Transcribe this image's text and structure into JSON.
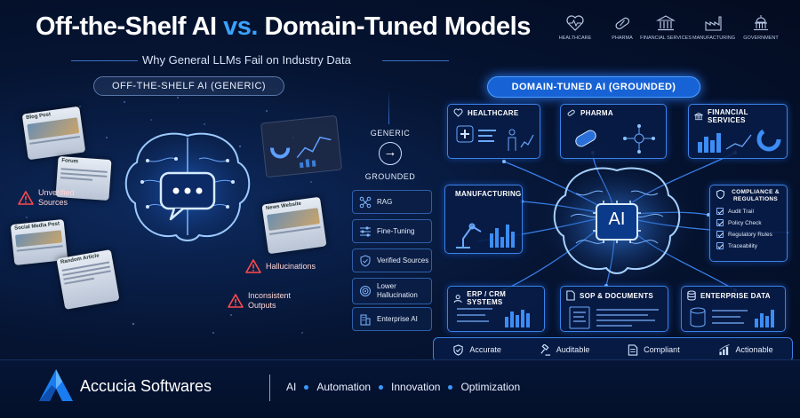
{
  "header": {
    "title_part1": "Off-the-Shelf AI",
    "title_vs": "vs.",
    "title_part2": "Domain-Tuned Models",
    "subtitle": "Why General LLMs Fail on Industry Data",
    "industries": [
      {
        "label": "HEALTHCARE",
        "icon": "heart-pulse-icon"
      },
      {
        "label": "PHARMA",
        "icon": "pill-icon"
      },
      {
        "label": "FINANCIAL SERVICES",
        "icon": "bank-icon"
      },
      {
        "label": "MANUFACTURING",
        "icon": "factory-icon"
      },
      {
        "label": "GOVERNMENT",
        "icon": "capitol-icon"
      }
    ]
  },
  "left": {
    "section_label": "OFF-THE-SHELF AI (GENERIC)",
    "cards": [
      "Blog Post",
      "Forum",
      "News Website",
      "Social Media Post",
      "Random Article"
    ],
    "warnings": [
      {
        "text": "Unverified Sources"
      },
      {
        "text": "Hallucinations"
      },
      {
        "text": "Inconsistent Outputs"
      }
    ]
  },
  "middle": {
    "from_label": "GENERIC",
    "to_label": "GROUNDED",
    "items": [
      {
        "label": "RAG",
        "icon": "network-icon"
      },
      {
        "label": "Fine-Tuning",
        "icon": "sliders-icon"
      },
      {
        "label": "Verified Sources",
        "icon": "shield-check-icon"
      },
      {
        "label": "Lower Hallucination",
        "icon": "target-icon"
      },
      {
        "label": "Enterprise AI",
        "icon": "building-icon"
      }
    ]
  },
  "right": {
    "section_label": "DOMAIN-TUNED AI (GROUNDED)",
    "center_label": "AI",
    "cards": {
      "healthcare": "HEALTHCARE",
      "pharma": "PHARMA",
      "financial": "FINANCIAL SERVICES",
      "manufacturing": "MANUFACTURING",
      "compliance": "COMPLIANCE & REGULATIONS",
      "erp": "ERP / CRM SYSTEMS",
      "sop": "SOP & DOCUMENTS",
      "enterprise": "ENTERPRISE DATA"
    },
    "compliance_items": [
      "Audit Trail",
      "Policy Check",
      "Regulatory Rules",
      "Traceability"
    ],
    "benefits": [
      {
        "label": "Accurate",
        "icon": "shield-check-icon"
      },
      {
        "label": "Auditable",
        "icon": "gavel-icon"
      },
      {
        "label": "Compliant",
        "icon": "document-icon"
      },
      {
        "label": "Actionable",
        "icon": "bar-chart-icon"
      }
    ]
  },
  "footer": {
    "brand": "Accucia Softwares",
    "tags": [
      "AI",
      "Automation",
      "Innovation",
      "Optimization"
    ]
  },
  "colors": {
    "accent": "#3aa2ff",
    "background": "#04102a",
    "pill_blue": "#1763d6",
    "warning": "#ff4b4b"
  }
}
